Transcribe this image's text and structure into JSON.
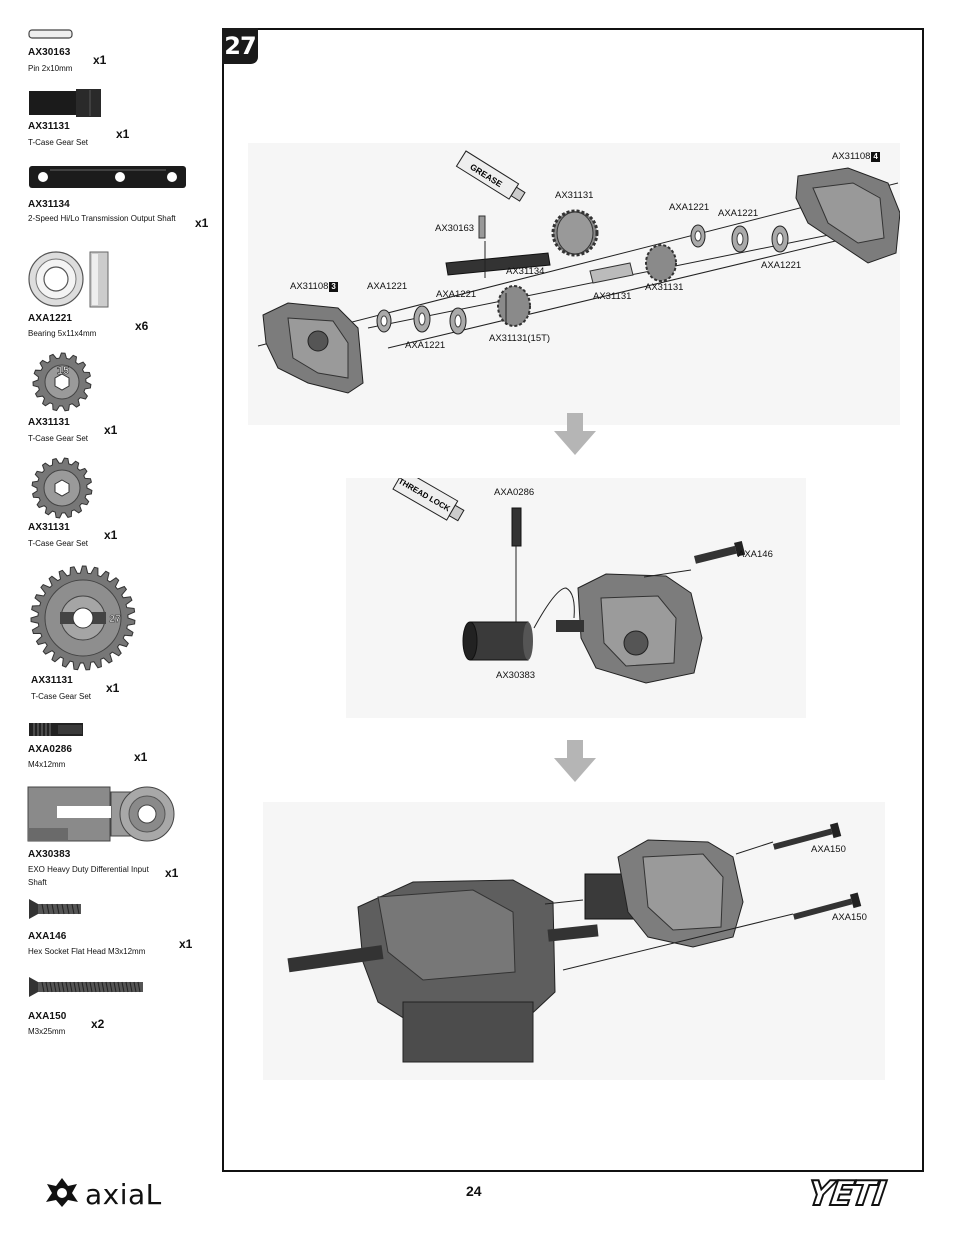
{
  "parts": [
    {
      "code": "AXA30163",
      "display_code": "AX30163",
      "desc": "Pin 2x10mm",
      "qty": "x1"
    },
    {
      "code": "AX31131a",
      "display_code": "AX31131",
      "desc": "T-Case Gear Set",
      "qty": "x1"
    },
    {
      "code": "AX31134",
      "display_code": "AX31134",
      "desc": "2-Speed Hi/Lo Transmission Output Shaft",
      "qty": "x1"
    },
    {
      "code": "AXA1221",
      "display_code": "AXA1221",
      "desc": "Bearing 5x11x4mm",
      "qty": "x6"
    },
    {
      "code": "AX31131b",
      "display_code": "AX31131",
      "desc": "T-Case Gear Set",
      "qty": "x1"
    },
    {
      "code": "AX31131c",
      "display_code": "AX31131",
      "desc": "T-Case Gear Set",
      "qty": "x1"
    },
    {
      "code": "AX31131d",
      "display_code": "AX31131",
      "desc": "T-Case Gear Set",
      "qty": "x1"
    },
    {
      "code": "AXA0286",
      "display_code": "AXA0286",
      "desc": "M4x12mm",
      "qty": "x1"
    },
    {
      "code": "AX30383",
      "display_code": "AX30383",
      "desc": "EXO Heavy Duty Differential Input Shaft",
      "qty": "x1"
    },
    {
      "code": "AXA146",
      "display_code": "AXA146",
      "desc": "Hex Socket Flat Head M3x12mm",
      "qty": "x1"
    },
    {
      "code": "AXA150",
      "display_code": "AXA150",
      "desc": "M3x25mm",
      "qty": "x2"
    }
  ],
  "part_icon_text": {
    "gear15": "15",
    "gear27": "27"
  },
  "step": {
    "number": "27"
  },
  "diagram1": {
    "grease_text": "GREASE",
    "labels": {
      "ax31108_top": "AX31108",
      "ax31108_top_num": "4",
      "ax31131_top": "AX31131",
      "axa1221_a": "AXA1221",
      "axa1221_b": "AXA1221",
      "axa1221_c": "AXA1221",
      "ax30163": "AX30163",
      "ax31134": "AX31134",
      "ax31131_mid": "AX31131",
      "ax31131_right": "AX31131",
      "ax31108_left": "AX31108",
      "ax31108_left_num": "3",
      "axa1221_d": "AXA1221",
      "axa1221_e": "AXA1221",
      "axa1221_f": "AXA1221",
      "ax31131_15t": "AX31131(15T)"
    }
  },
  "diagram2": {
    "thread_lock_text": "THREAD LOCK",
    "labels": {
      "axa0286": "AXA0286",
      "axa146": "AXA146",
      "ax30383": "AX30383"
    }
  },
  "diagram3": {
    "labels": {
      "axa150_a": "AXA150",
      "axa150_b": "AXA150"
    }
  },
  "footer": {
    "page_number": "24",
    "brand": "axiaL",
    "model": "YETI"
  }
}
